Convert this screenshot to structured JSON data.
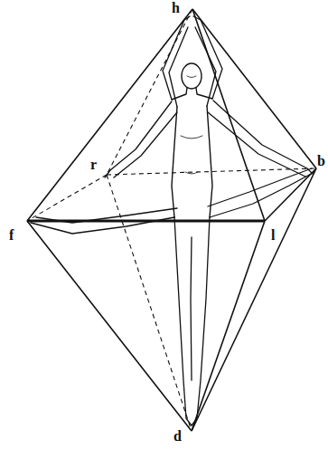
{
  "diagram": {
    "labels": [
      "h",
      "r",
      "b",
      "f",
      "l",
      "d"
    ]
  }
}
